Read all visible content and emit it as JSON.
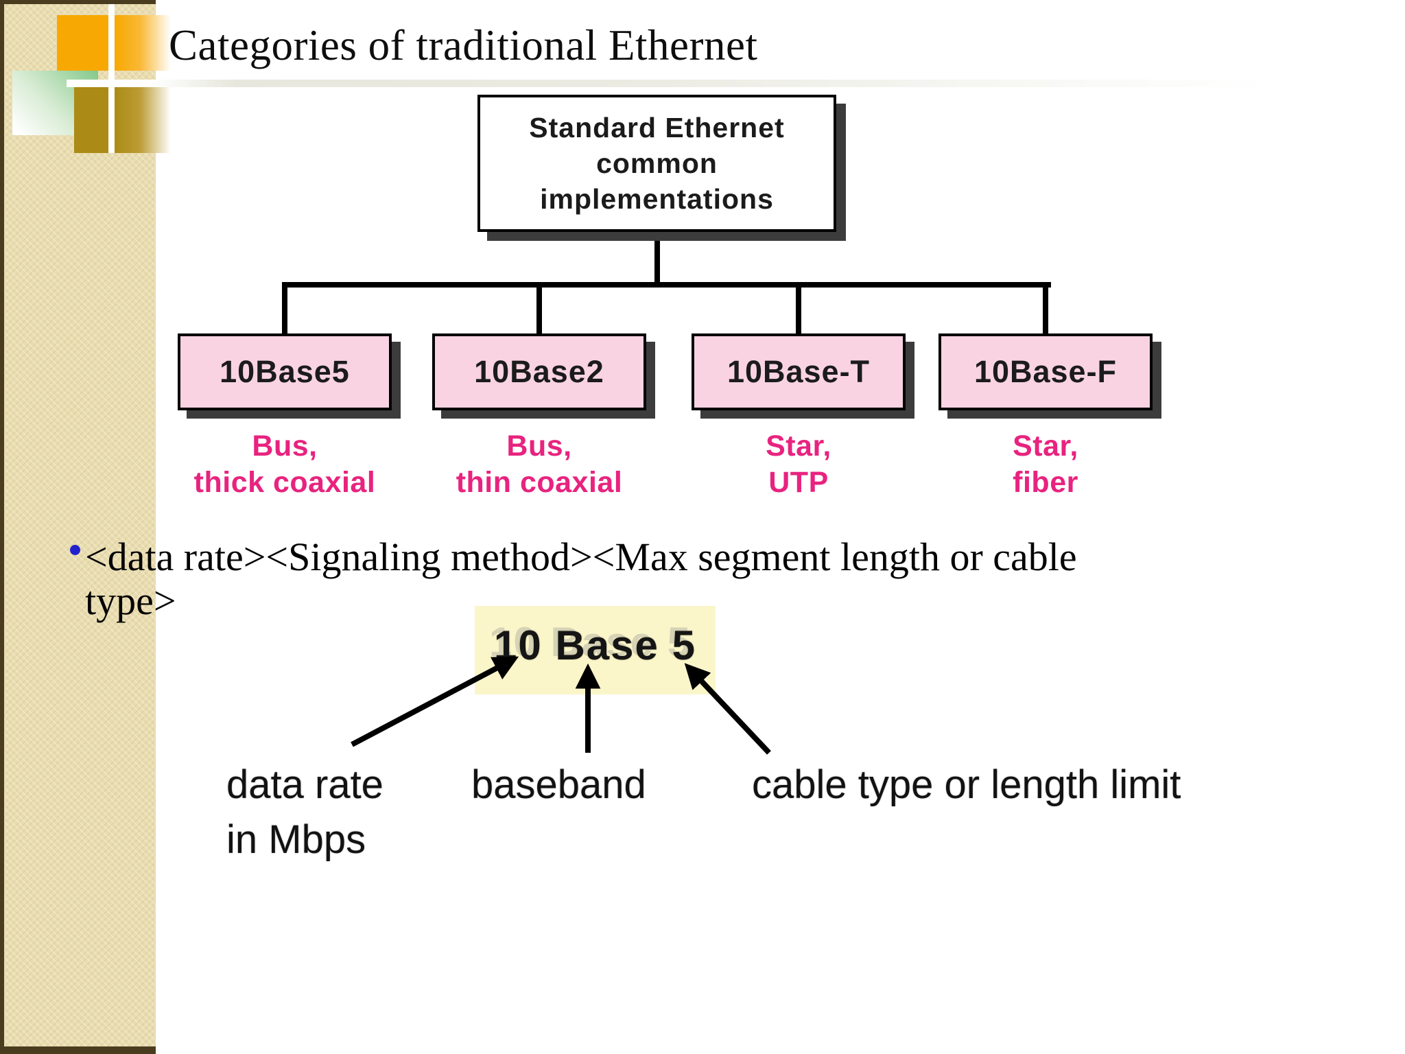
{
  "colors": {
    "sidebar_beige": "#e9dcae",
    "sidebar_border": "#4a3c1e",
    "accent_orange": "#f8a802",
    "accent_gold": "#ab8b15",
    "accent_green": "#84c88a",
    "pink_box": "#f9d3e2",
    "pink_text": "#e8237f",
    "yellow_box": "#fbf6c9",
    "bullet_blue": "#2222cc",
    "shadow_gray": "#3c3c3c"
  },
  "title": "Categories of traditional Ethernet",
  "diagram": {
    "root_box": {
      "lines": [
        "Standard Ethernet",
        "common",
        "implementations"
      ]
    },
    "children": [
      {
        "name": "10Base5",
        "desc_line1": "Bus,",
        "desc_line2": "thick coaxial"
      },
      {
        "name": "10Base2",
        "desc_line1": "Bus,",
        "desc_line2": "thin coaxial"
      },
      {
        "name": "10Base-T",
        "desc_line1": "Star,",
        "desc_line2": "UTP"
      },
      {
        "name": "10Base-F",
        "desc_line1": "Star,",
        "desc_line2": "fiber"
      }
    ]
  },
  "bullet": {
    "line1": "<data rate><Signaling method><Max segment length or cable",
    "line2": "type>"
  },
  "naming_example": {
    "text": "10 Base 5",
    "labels": {
      "data_rate_line1": "data rate",
      "data_rate_line2": "in Mbps",
      "baseband": "baseband",
      "cable": "cable type or length limit"
    }
  }
}
